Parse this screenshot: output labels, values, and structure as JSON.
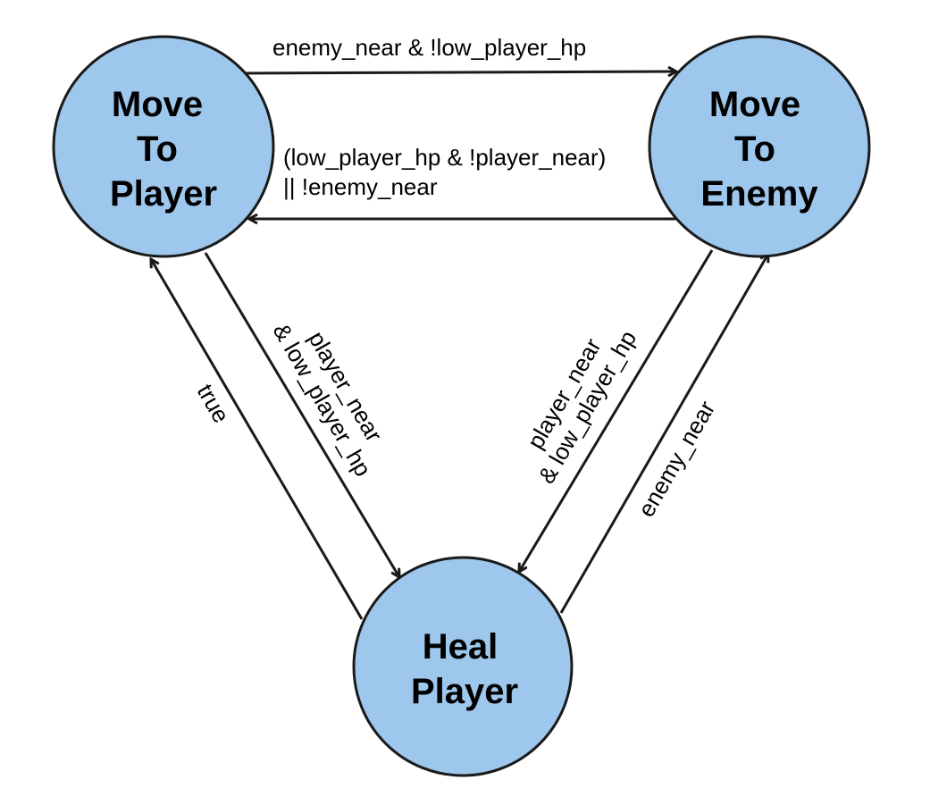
{
  "diagram": {
    "states": [
      {
        "id": "move_to_player",
        "lines": [
          "Move",
          "To",
          "Player"
        ]
      },
      {
        "id": "move_to_enemy",
        "lines": [
          "Move",
          "To",
          "Enemy"
        ]
      },
      {
        "id": "heal_player",
        "lines": [
          "Heal",
          "Player"
        ]
      }
    ],
    "transitions": [
      {
        "from": "move_to_player",
        "to": "move_to_enemy",
        "label": [
          "enemy_near & !low_player_hp"
        ]
      },
      {
        "from": "move_to_enemy",
        "to": "move_to_player",
        "label": [
          "(low_player_hp & !player_near)",
          "|| !enemy_near"
        ]
      },
      {
        "from": "move_to_player",
        "to": "heal_player",
        "label": [
          "player_near",
          "& low_player_hp"
        ]
      },
      {
        "from": "heal_player",
        "to": "move_to_player",
        "label": [
          "true"
        ]
      },
      {
        "from": "move_to_enemy",
        "to": "heal_player",
        "label": [
          "player_near",
          "& low_player_hp"
        ]
      },
      {
        "from": "heal_player",
        "to": "move_to_enemy",
        "label": [
          "enemy_near"
        ]
      }
    ],
    "colors": {
      "state_fill": "#9dc7ec",
      "stroke": "#1a1a1a"
    }
  }
}
